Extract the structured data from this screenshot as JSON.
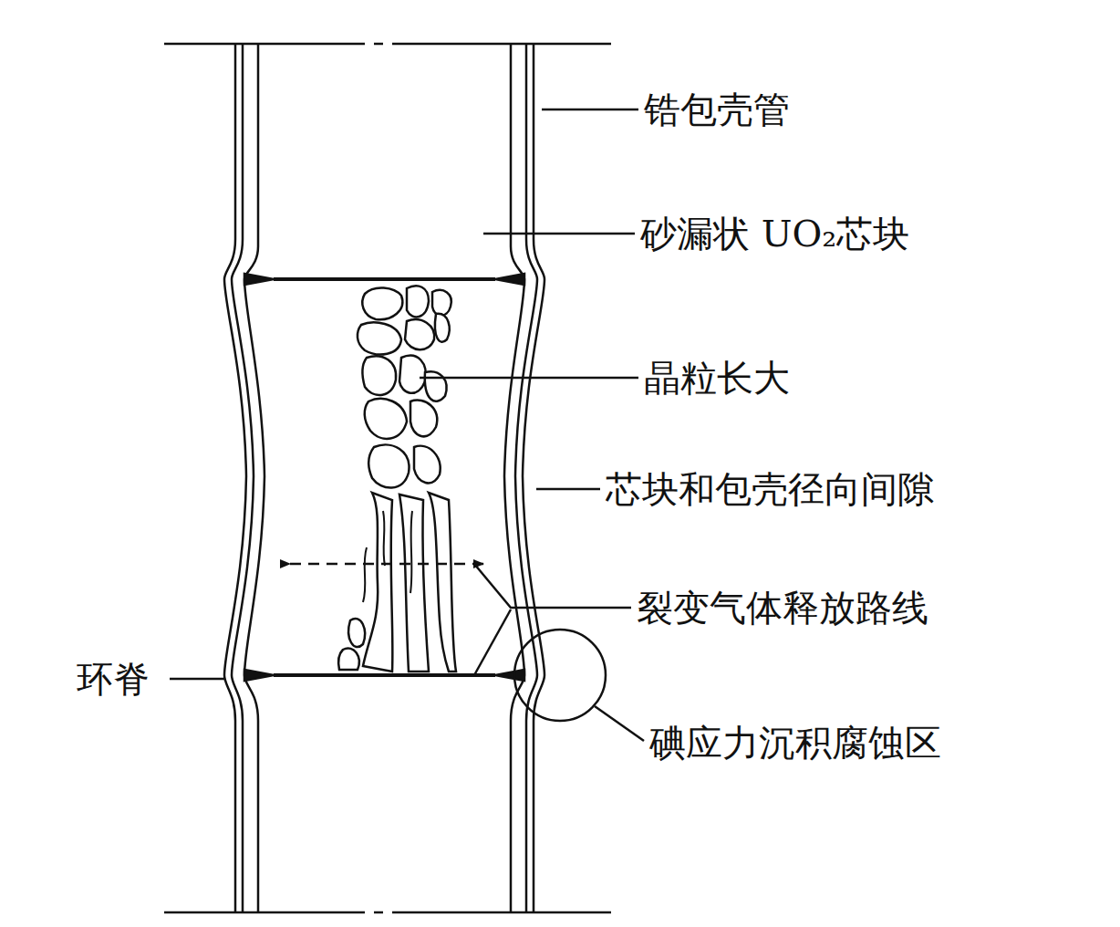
{
  "diagram": {
    "labels": [
      "锆包壳管",
      "砂漏状 UO₂芯块",
      "晶粒长大",
      "芯块和包壳径向间隙",
      "裂变气体释放路线",
      "环脊",
      "碘应力沉积腐蚀区"
    ]
  }
}
